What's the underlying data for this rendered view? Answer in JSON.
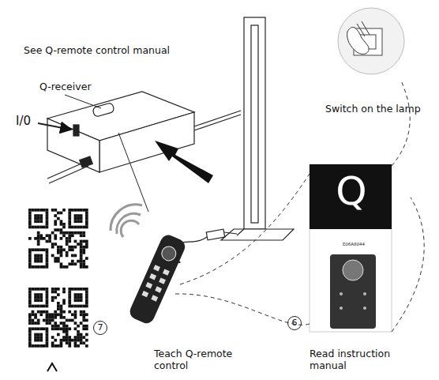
{
  "diagram": {
    "labels": [
      "See Q-remote control manual",
      "Q-receiver",
      "I/0",
      "Switch on the lamp",
      "7",
      "Teach Q-remote control",
      "6",
      "Read instruction manual",
      "Q",
      "E06A8044"
    ]
  }
}
